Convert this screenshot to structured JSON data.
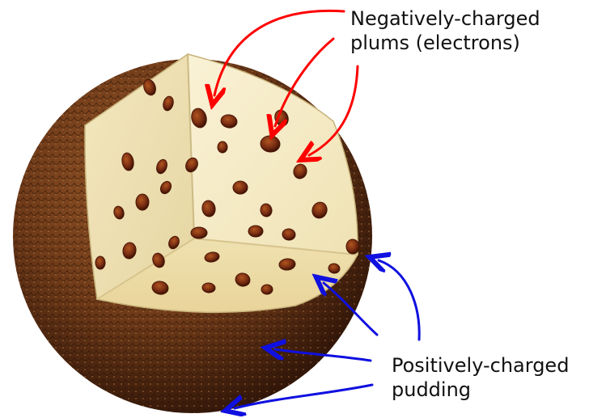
{
  "labels": {
    "negative_line1": "Negatively-charged",
    "negative_line2": "plums (electrons)",
    "positive_line1": "Positively-charged",
    "positive_line2": "pudding"
  },
  "colors": {
    "electron_arrows": "#ff0000",
    "pudding_arrows": "#1010e0",
    "crust_dark": "#3a1d0c",
    "crust_mid": "#6e3a18",
    "crust_light": "#9a5a2a",
    "pudding_cream": "#f6edc8",
    "pudding_shadow": "#e3d6a6",
    "raisin": "#7a2e12",
    "raisin_dark": "#4a1606"
  },
  "icons": [
    "plum-pudding-sphere",
    "raisin",
    "arrow"
  ]
}
